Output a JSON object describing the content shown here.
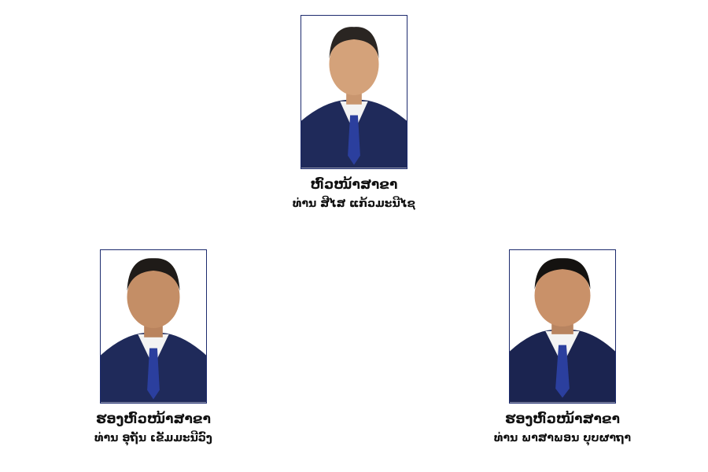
{
  "colors": {
    "background": "#ffffff",
    "photo_border": "#1d2b6e",
    "suit": "#1f2a5a",
    "tie": "#2b3f9e",
    "text": "#111111"
  },
  "people": [
    {
      "role": "ຫົວໜ້າສາຂາ",
      "name": "ທ່ານ ສີໄສ ແກ້ວມະນີໄຊ",
      "photo_icon": "portrait-icon"
    },
    {
      "role": "ຮອງຫົວໜ້າສາຂາ",
      "name": "ທ່ານ ອຸຖັນ ເຂັມມະນີວົງ",
      "photo_icon": "portrait-icon"
    },
    {
      "role": "ຮອງຫົວໜ້າສາຂາ",
      "name": "ທ່ານ ພາສາພອນ ບຸບຜາຖາ",
      "photo_icon": "portrait-icon"
    }
  ]
}
